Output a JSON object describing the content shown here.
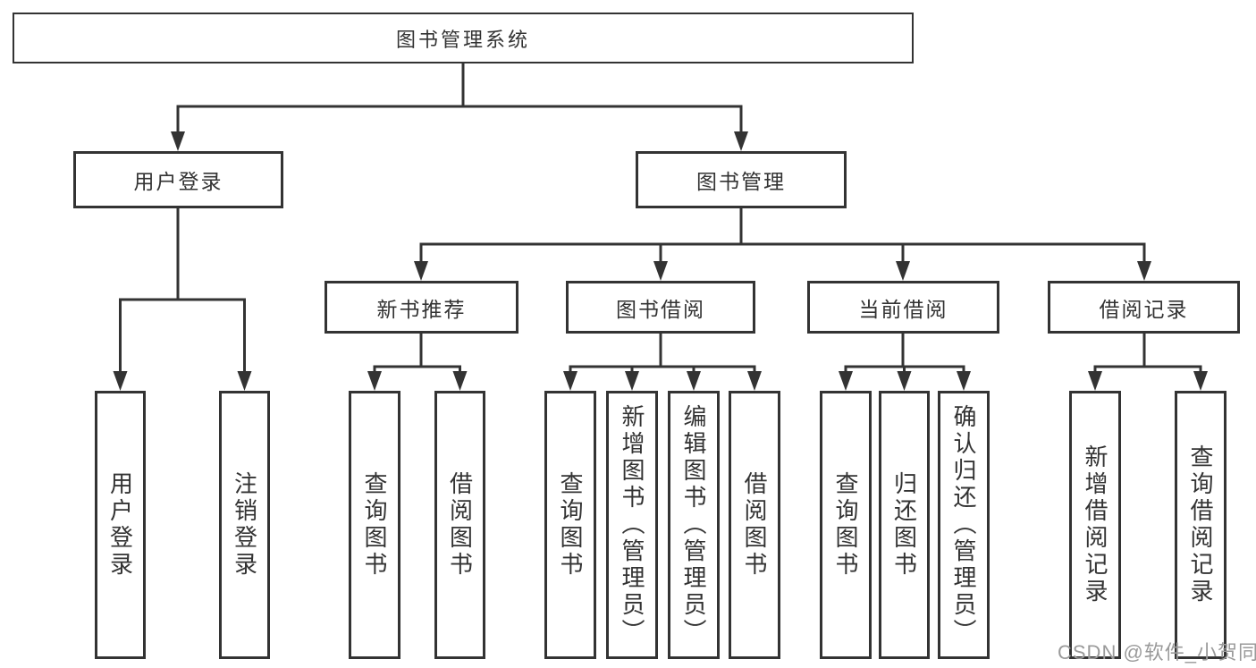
{
  "diagram": {
    "root": {
      "label": "图书管理系统"
    },
    "level2": [
      {
        "label": "用户登录",
        "leaves": [
          "用户登录",
          "注销登录"
        ]
      },
      {
        "label": "图书管理",
        "groups": [
          {
            "label": "新书推荐",
            "leaves": [
              "查询图书",
              "借阅图书"
            ]
          },
          {
            "label": "图书借阅",
            "leaves": [
              "查询图书",
              "新增图书（管理员）",
              "编辑图书（管理员）",
              "借阅图书"
            ]
          },
          {
            "label": "当前借阅",
            "leaves": [
              "查询图书",
              "归还图书",
              "确认归还（管理员）"
            ]
          },
          {
            "label": "借阅记录",
            "leaves": [
              "新增借阅记录",
              "查询借阅记录"
            ]
          }
        ]
      }
    ],
    "line_color": "#333333",
    "box_fill": "#ffffff"
  },
  "watermark": {
    "text": "CSDN @软件_小贺同学",
    "color": "#9a9a9a"
  }
}
